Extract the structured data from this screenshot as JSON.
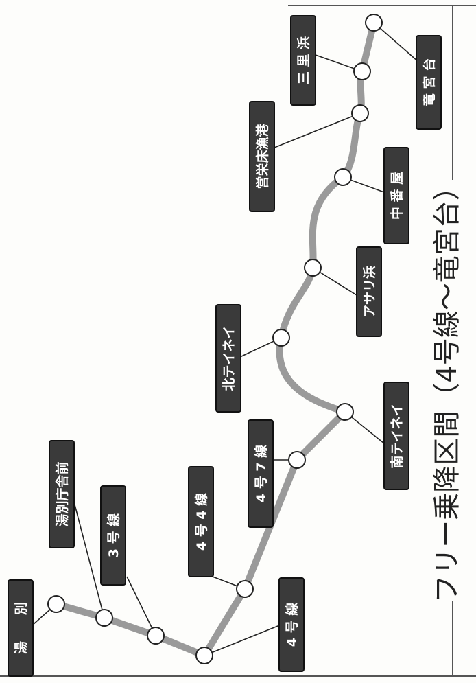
{
  "map": {
    "title": "フリー乗降区間（4号線～竜宮台）",
    "route_color": "#9a9a9a",
    "label_color": "#3a3a3a",
    "stops": [
      {
        "id": "yubetsu",
        "name": "湯 別",
        "display": "湯　　別"
      },
      {
        "id": "yubetsu-chosha-mae",
        "name": "湯別庁舎前",
        "display": "湯別庁舎前"
      },
      {
        "id": "sangousen",
        "name": "3 号 線",
        "display": "3 号 線"
      },
      {
        "id": "yongousen",
        "name": "4 号 線",
        "display": "4 号 線"
      },
      {
        "id": "yongou-yonsen",
        "name": "4 号 4 線",
        "display": "4 号 4 線"
      },
      {
        "id": "yongou-nanasen",
        "name": "4 号 7 線",
        "display": "4 号 7 線"
      },
      {
        "id": "minami-teinei",
        "name": "南テイネイ",
        "display": "南テイネイ"
      },
      {
        "id": "kita-teinei",
        "name": "北テイネイ",
        "display": "北テイネイ"
      },
      {
        "id": "asarihama",
        "name": "アサリ浜",
        "display": "アサリ浜"
      },
      {
        "id": "nakasakaya",
        "name": "中 番 屋",
        "display": "中 番 屋"
      },
      {
        "id": "tokoyobe",
        "name": "営栄床漁港",
        "display": "営栄床漁港"
      },
      {
        "id": "mirihama",
        "name": "三 里 浜",
        "display": "三 里 浜"
      },
      {
        "id": "ryuguudai",
        "name": "竜 宮 台",
        "display": "竜 宮 台"
      }
    ]
  }
}
